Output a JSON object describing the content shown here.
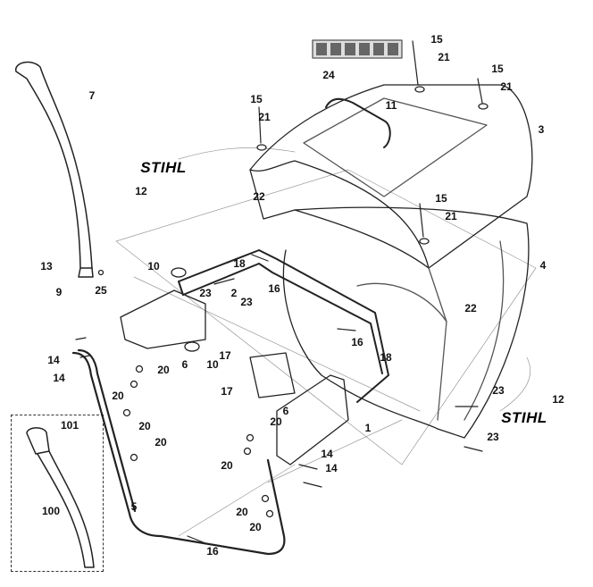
{
  "diagram": {
    "brand_label": "STIHL",
    "callouts": [
      "15",
      "21",
      "24",
      "15",
      "21",
      "7",
      "15",
      "21",
      "11",
      "3",
      "12",
      "22",
      "15",
      "21",
      "4",
      "10",
      "18",
      "16",
      "23",
      "2",
      "23",
      "13",
      "9",
      "25",
      "22",
      "16",
      "17",
      "6",
      "10",
      "18",
      "14",
      "14",
      "20",
      "20",
      "17",
      "23",
      "12",
      "6",
      "20",
      "20",
      "1",
      "20",
      "23",
      "14",
      "14",
      "20",
      "101",
      "100",
      "5",
      "20",
      "20",
      "16"
    ]
  }
}
